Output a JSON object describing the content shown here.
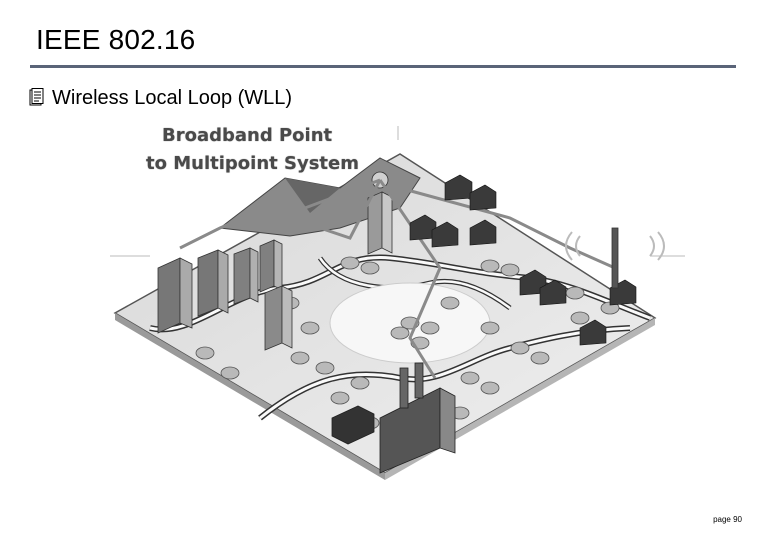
{
  "slide": {
    "title": "IEEE 802.16",
    "bullet": {
      "text": "Wireless Local Loop (WLL)",
      "icon": "notepad-bullet-icon"
    },
    "figure": {
      "caption_line1": "Broadband Point",
      "caption_line2": "to Multipoint System"
    },
    "footer": {
      "page": "page 90"
    }
  },
  "colors": {
    "rule": "#5a6478",
    "ground": "#e8e8e8",
    "building": "#6e6e6e",
    "house": "#3a3a3a",
    "link": "#8a8a8a"
  }
}
